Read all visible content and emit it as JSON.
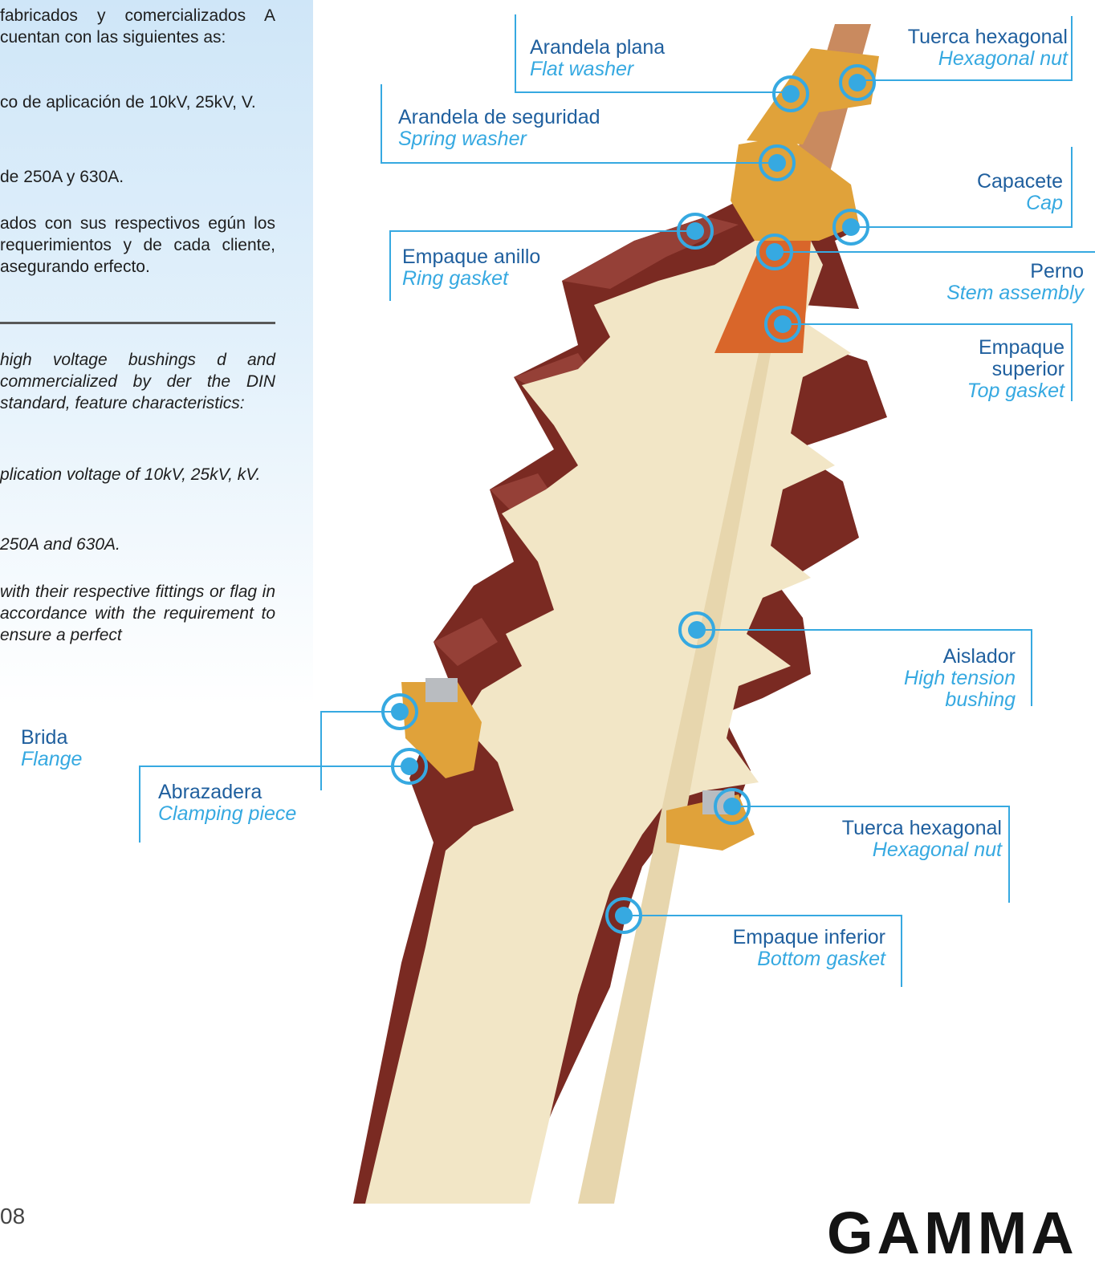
{
  "intro": {
    "es_paragraphs": [
      "fabricados y comercializados A cuentan con las siguientes as:",
      "co de aplicación de 10kV, 25kV, V.",
      "de 250A y 630A.",
      "ados con sus respectivos egún los requerimientos y de cada cliente, asegurando erfecto."
    ],
    "en_paragraphs": [
      "high voltage bushings d and commercialized by der the DIN standard, feature characteristics:",
      "plication voltage of 10kV, 25kV, kV.",
      "250A and 630A.",
      "with their respective fittings or flag in accordance with the requirement to ensure a perfect"
    ]
  },
  "labels": [
    {
      "es": "Arandela plana",
      "en": "Flat washer"
    },
    {
      "es": "Tuerca hexagonal",
      "en": "Hexagonal nut"
    },
    {
      "es": "Arandela de seguridad",
      "en": "Spring washer"
    },
    {
      "es": "Capacete",
      "en": "Cap"
    },
    {
      "es": "Empaque anillo",
      "en": "Ring gasket"
    },
    {
      "es": "Perno",
      "en": "Stem assembly"
    },
    {
      "es": "Empaque superior",
      "en": "Top gasket"
    },
    {
      "es": "Aislador",
      "en": "High tension bushing"
    },
    {
      "es": "Brida",
      "en": "Flange"
    },
    {
      "es": "Abrazadera",
      "en": "Clamping piece"
    },
    {
      "es": "Tuerca hexagonal",
      "en": "Hexagonal nut"
    },
    {
      "es": "Empaque inferior",
      "en": "Bottom gasket"
    }
  ],
  "brand": "GAMMA",
  "page_number": "08",
  "colors": {
    "porcelain": "#7a2a22",
    "body": "#f2e6c6",
    "metal": "#e0a23a",
    "stem": "#d9662a",
    "marker": "#36a9e1",
    "heading": "#1f5f9e"
  }
}
